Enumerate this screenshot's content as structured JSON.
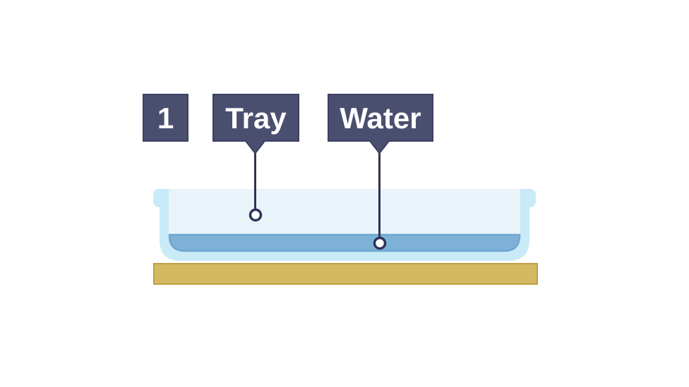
{
  "figure": {
    "step_badge": {
      "text": "1"
    },
    "callouts": [
      {
        "label": "Tray"
      },
      {
        "label": "Water"
      }
    ],
    "colors": {
      "background": "#ffffff",
      "label_fill": "#4b4f6f",
      "label_border": "#3c4063",
      "label_text": "#ffffff",
      "callout_line": "#2e3254",
      "callout_dot_fill": "#ffffff",
      "tray_glass": "#c9eaf7",
      "tray_interior": "#e9f4fa",
      "water_fill": "#7db1d8",
      "water_border": "#6fa7d0",
      "table_fill": "#d4b862",
      "table_border": "#bfa245"
    }
  }
}
